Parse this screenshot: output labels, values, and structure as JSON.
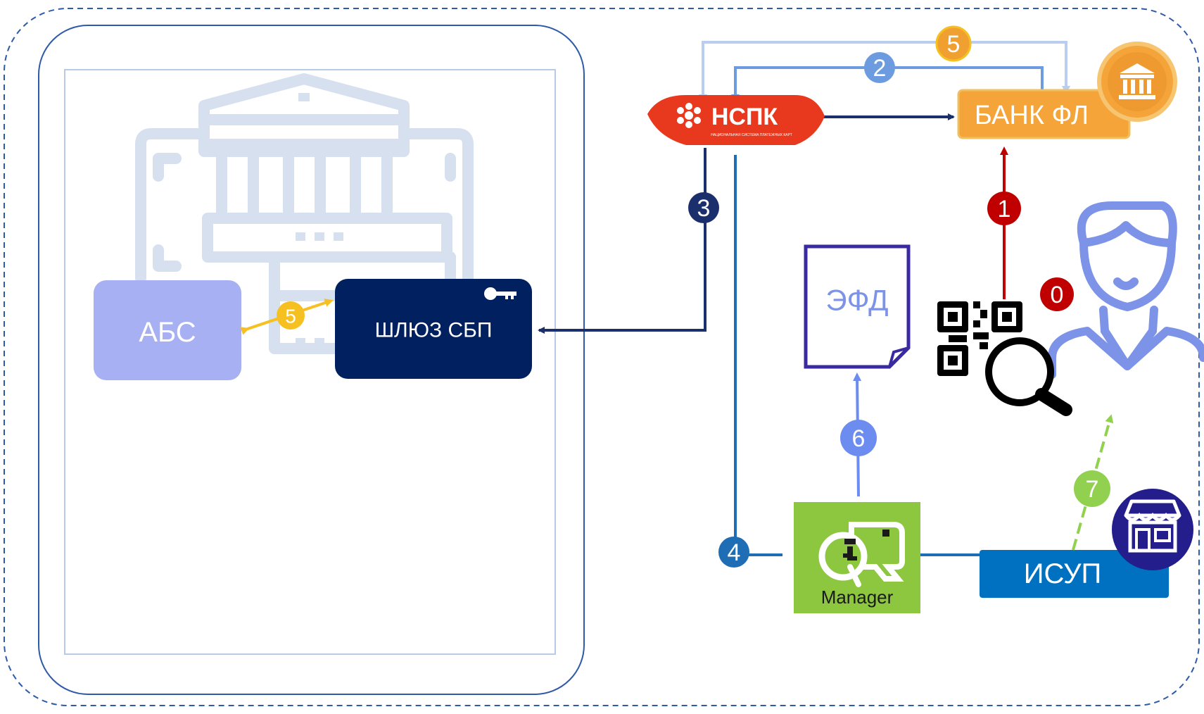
{
  "nodes": {
    "abs": {
      "label": "АБС"
    },
    "gateway": {
      "label": "ШЛЮЗ СБП"
    },
    "nspk": {
      "label": "НСПК",
      "tagline": "НАЦИОНАЛЬНАЯ СИСТЕМА ПЛАТЕЖНЫХ КАРТ"
    },
    "bank_fl": {
      "label": "БАНК ФЛ"
    },
    "efd": {
      "label": "ЭФД"
    },
    "qr_manager": {
      "label": "Manager"
    },
    "isup": {
      "label": "ИСУП"
    }
  },
  "steps": {
    "s0": "0",
    "s1": "1",
    "s2": "2",
    "s3": "3",
    "s4": "4",
    "s5_top": "5",
    "s5_inner": "5",
    "s6": "6",
    "s7": "7"
  },
  "colors": {
    "outer_border": "#2e5aa8",
    "abs": "#a6b0f2",
    "gateway": "#002060",
    "nspk": "#e8391e",
    "bank_fl": "#f5a43a",
    "isup": "#0070c0",
    "qr_manager": "#8dc63f",
    "person": "#7c93e8",
    "step0": "#c00000",
    "step1": "#c00000",
    "step2": "#6c9be0",
    "step3": "#1a2f6b",
    "step4": "#1f6db4",
    "step5": "#f0a030",
    "step6": "#6c8cf0",
    "step7": "#92d050",
    "bank_building": "#d6e0ef"
  },
  "icons": [
    "bank-building-icon",
    "key-icon",
    "bank-coin-icon",
    "person-icon",
    "qr-code-icon",
    "magnifier-icon",
    "shop-icon",
    "document-icon"
  ]
}
